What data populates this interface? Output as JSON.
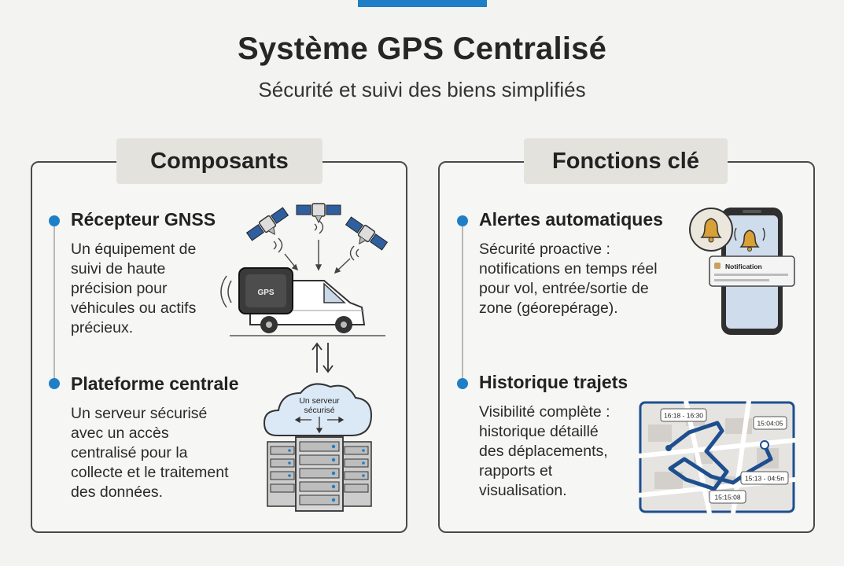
{
  "header": {
    "title": "Système GPS Centralisé",
    "subtitle": "Sécurité et suivi des biens simplifiés"
  },
  "components": {
    "tab_label": "Composants",
    "items": [
      {
        "title": "Récepteur GNSS",
        "text": "Un équipement de\nsuivi de haute\nprécision pour\nvéhicules ou actifs\nprécieux.",
        "device_label": "GPS"
      },
      {
        "title": "Plateforme centrale",
        "text": "Un serveur sécurisé\navec un accès\ncentralisé pour la\ncollecte et le traitement\ndes données.",
        "cloud_label_line1": "Un serveur",
        "cloud_label_line2": "sécurisé"
      }
    ]
  },
  "functions": {
    "tab_label": "Fonctions clé",
    "items": [
      {
        "title": "Alertes automatiques",
        "text": "Sécurité proactive :\nnotifications en temps réel\npour vol, entrée/sortie de\nzone (géorepérage).",
        "notification_label": "Notification"
      },
      {
        "title": "Historique trajets",
        "text": "Visibilité complète :\nhistorique détaillé\ndes déplacements,\nrapports et\nvisualisation.",
        "map_labels": [
          "16:18 - 16:30",
          "15:04:05",
          "15:13 - 04:5n",
          "15:15:08"
        ]
      }
    ]
  },
  "colors": {
    "accent": "#1f7fc6",
    "panel_border": "#4a4a4a",
    "tab_bg": "#e4e2dc",
    "route": "#1d4f8f"
  }
}
